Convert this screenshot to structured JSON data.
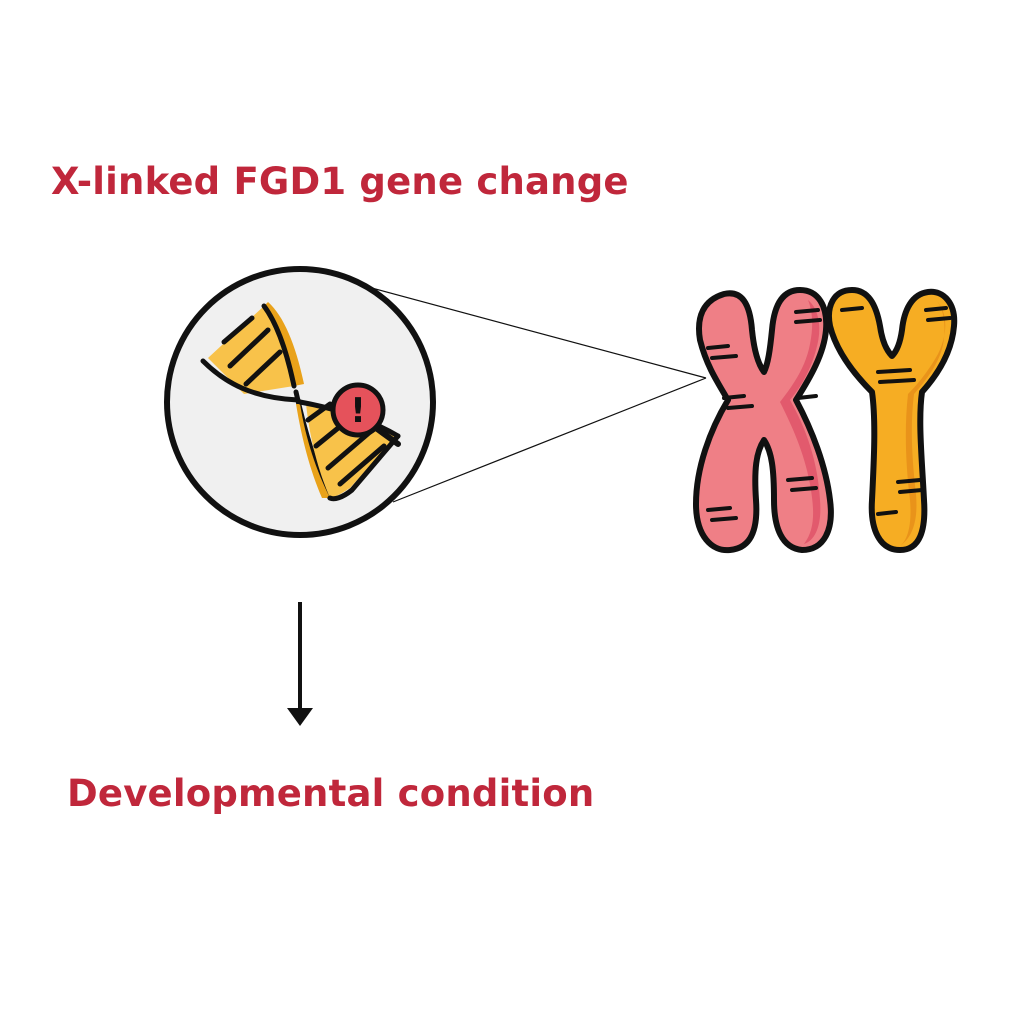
{
  "labels": {
    "gene_change": "X-linked FGD1 gene change",
    "outcome": "Developmental condition",
    "alert_symbol": "!"
  },
  "chromosomes": {
    "x_letter": "X",
    "y_letter": "Y"
  },
  "icons": {
    "dna": "dna-helix-icon",
    "alert": "alert-badge-icon",
    "magnifier": "magnifier-circle-icon",
    "arrow": "arrow-down-icon"
  },
  "colors": {
    "label_text": "#c0273b",
    "outline": "#111111",
    "circle_fill": "#f0f0f0",
    "dna_fill": "#f8c24a",
    "dna_shade": "#e9a21a",
    "alert_fill": "#e5525b",
    "x_fill": "#ef7f86",
    "x_shade": "#e0566a",
    "y_fill": "#f6ad23",
    "y_shade": "#e8901a"
  }
}
